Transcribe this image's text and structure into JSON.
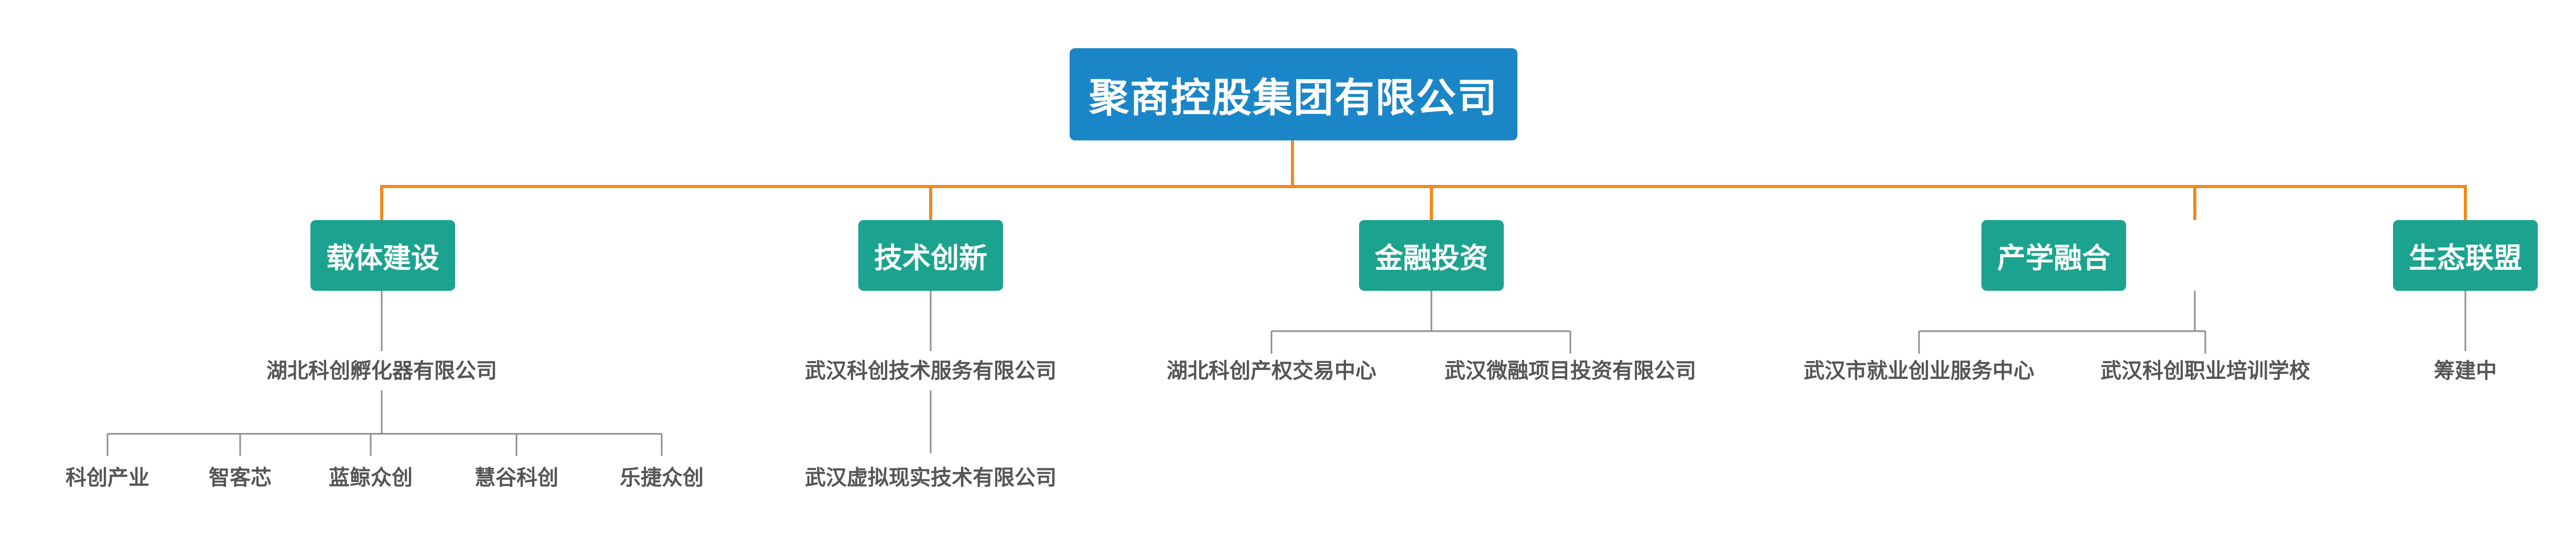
{
  "root": {
    "title": "聚商控股集团有限公司"
  },
  "categories": [
    {
      "label": "载体建设",
      "children": [
        "湖北科创孵化器有限公司"
      ],
      "grandchildren": [
        "科创产业",
        "智客芯",
        "蓝鲸众创",
        "慧谷科创",
        "乐捷众创"
      ]
    },
    {
      "label": "技术创新",
      "children": [
        "武汉科创技术服务有限公司",
        "武汉虚拟现实技术有限公司"
      ]
    },
    {
      "label": "金融投资",
      "children": [
        "湖北科创产权交易中心",
        "武汉微融项目投资有限公司"
      ]
    },
    {
      "label": "产学融合",
      "children": [
        "武汉市就业创业服务中心",
        "武汉科创职业培训学校"
      ]
    },
    {
      "label": "生态联盟",
      "children": [
        "筹建中"
      ]
    }
  ],
  "colors": {
    "root": "#1a86c8",
    "category": "#1ba38f",
    "connector_top": "#f08a1c",
    "connector_sub": "#8c8c8c"
  }
}
